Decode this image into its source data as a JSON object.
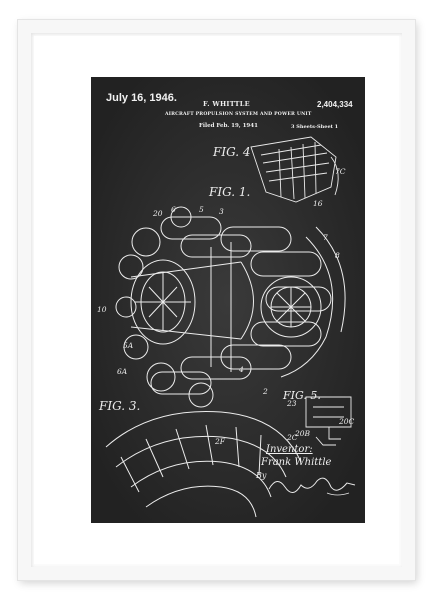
{
  "patent": {
    "date": "July 16, 1946.",
    "inventor_name": "F. WHITTLE",
    "number": "2,404,334",
    "title": "AIRCRAFT PROPULSION SYSTEM AND POWER UNIT",
    "filed": "Filed Feb. 19, 1941",
    "sheets": "3 Sheets-Sheet 1"
  },
  "figures": {
    "fig1": "FIG. 1.",
    "fig3": "FIG. 3.",
    "fig4": "FIG. 4",
    "fig5": "FIG. 5."
  },
  "inventor_block": {
    "label": "Inventor:",
    "name": "Frank Whittle",
    "by": "By"
  },
  "reference_numerals": [
    "20",
    "6",
    "5",
    "3",
    "7",
    "8",
    "10",
    "16",
    "2",
    "5A",
    "6A",
    "4",
    "23",
    "20B",
    "20C",
    "2C",
    "2F",
    "7C"
  ],
  "colors": {
    "board": "#2b2b2b",
    "chalk": "#f1f1f1",
    "frame": "#f7f7f7",
    "mat": "#ffffff"
  }
}
